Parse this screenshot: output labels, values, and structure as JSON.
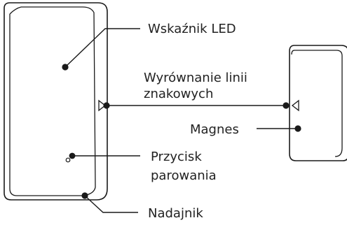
{
  "labels": {
    "led": "Wskaźnik LED",
    "alignment_line1": "Wyrównanie linii",
    "alignment_line2": "znakowych",
    "magnet": "Magnes",
    "pairing_line1": "Przycisk",
    "pairing_line2": "parowania",
    "transmitter": "Nadajnik"
  },
  "colors": {
    "outline": "#1a1a1a",
    "text": "#222222",
    "background": "#ffffff"
  },
  "icons": {
    "left_marker": "triangle-right-icon",
    "right_marker": "triangle-left-icon",
    "pairing_button": "small-circle-icon"
  }
}
